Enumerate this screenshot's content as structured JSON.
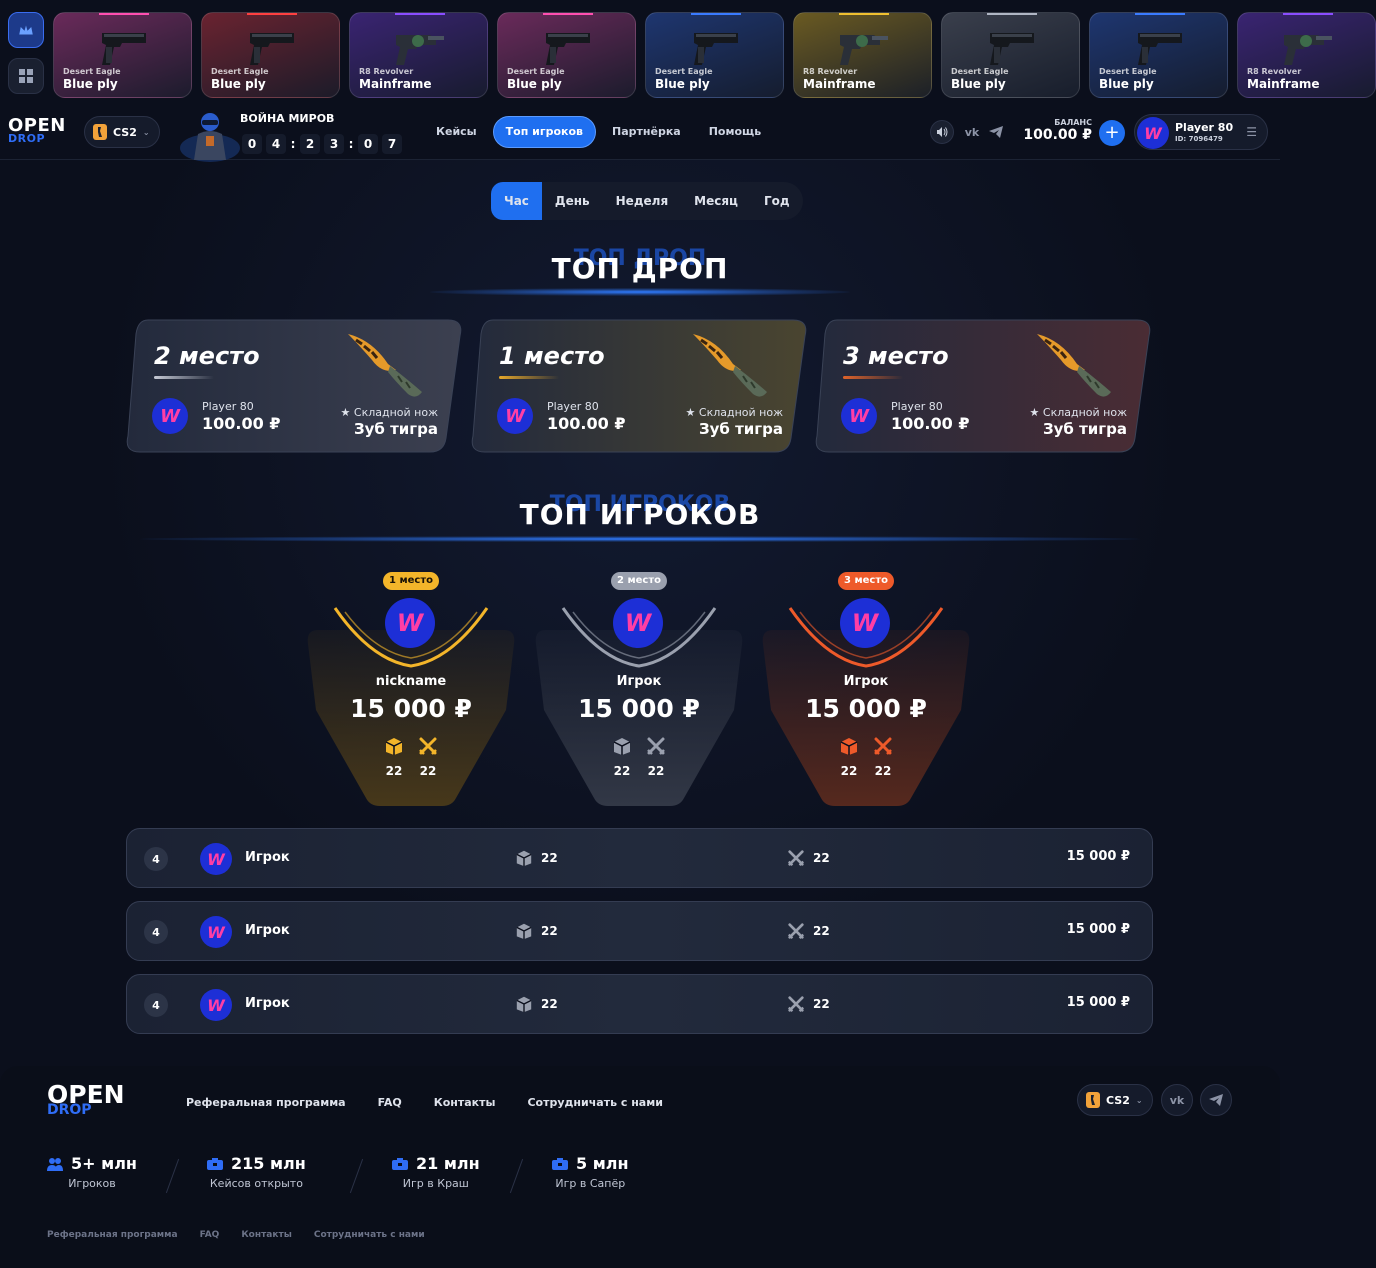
{
  "feed": [
    {
      "weapon": "Desert Eagle",
      "skin": "Blue ply",
      "bg": "#6a2a5a",
      "line": "#ff4fb0"
    },
    {
      "weapon": "Desert Eagle",
      "skin": "Blue ply",
      "bg": "#6a2330",
      "line": "#ff4040"
    },
    {
      "weapon": "R8 Revolver",
      "skin": "Mainframe",
      "bg": "#3a2472",
      "line": "#8a4dff"
    },
    {
      "weapon": "Desert Eagle",
      "skin": "Blue ply",
      "bg": "#6a2a5a",
      "line": "#ff4fb0"
    },
    {
      "weapon": "Desert Eagle",
      "skin": "Blue ply",
      "bg": "#1e3670",
      "line": "#3a7bff"
    },
    {
      "weapon": "R8 Revolver",
      "skin": "Mainframe",
      "bg": "#6a5a22",
      "line": "#f0c030"
    },
    {
      "weapon": "Desert Eagle",
      "skin": "Blue ply",
      "bg": "#3a3f4c",
      "line": "#b0b6c4"
    },
    {
      "weapon": "Desert Eagle",
      "skin": "Blue ply",
      "bg": "#1e3670",
      "line": "#3a7bff"
    },
    {
      "weapon": "R8 Revolver",
      "skin": "Mainframe",
      "bg": "#3a2472",
      "line": "#8a4dff"
    }
  ],
  "header": {
    "logo_top": "OPEN",
    "logo_bottom": "DROP",
    "game": "CS2",
    "event_title": "ВОЙНА МИРОВ",
    "timer": [
      "0",
      "4",
      "2",
      "3",
      "0",
      "7"
    ],
    "nav": [
      "Кейсы",
      "Топ игроков",
      "Партнёрка",
      "Помощь"
    ],
    "balance_label": "БАЛАНС",
    "balance_value": "100.00 ₽",
    "user_name": "Player 80",
    "user_id": "ID: 7096479"
  },
  "periods": [
    "Час",
    "День",
    "Неделя",
    "Месяц",
    "Год"
  ],
  "top_drop": {
    "title": "ТОП ДРОП",
    "ghost": "ТОП ДРОП",
    "cards": [
      {
        "place": "2 место",
        "player": "Player 80",
        "amount": "100.00 ₽",
        "item_type": "★ Складной нож",
        "item_name": "Зуб тигра",
        "accent": "#c7cbd6"
      },
      {
        "place": "1 место",
        "player": "Player 80",
        "amount": "100.00 ₽",
        "item_type": "★ Складной нож",
        "item_name": "Зуб тигра",
        "accent": "#e6a82a"
      },
      {
        "place": "3 место",
        "player": "Player 80",
        "amount": "100.00 ₽",
        "item_type": "★ Складной нож",
        "item_name": "Зуб тигра",
        "accent": "#e0632a"
      }
    ]
  },
  "top_players": {
    "title": "ТОП ИГРОКОВ",
    "ghost": "ТОП ИГРОКОВ",
    "podium": [
      {
        "badge": "1 место",
        "nick": "nickname",
        "sum": "15 000 ₽",
        "cases": "22",
        "battles": "22",
        "color": "#f3b52a"
      },
      {
        "badge": "2 место",
        "nick": "Игрок",
        "sum": "15 000 ₽",
        "cases": "22",
        "battles": "22",
        "color": "#9aa0ae"
      },
      {
        "badge": "3 место",
        "nick": "Игрок",
        "sum": "15 000 ₽",
        "cases": "22",
        "battles": "22",
        "color": "#ee5a2a"
      }
    ],
    "rows": [
      {
        "num": "4",
        "name": "Игрок",
        "cases": "22",
        "battles": "22",
        "sum": "15 000 ₽"
      },
      {
        "num": "4",
        "name": "Игрок",
        "cases": "22",
        "battles": "22",
        "sum": "15 000 ₽"
      },
      {
        "num": "4",
        "name": "Игрок",
        "cases": "22",
        "battles": "22",
        "sum": "15 000 ₽"
      }
    ]
  },
  "footer": {
    "logo_top": "OPEN",
    "logo_bottom": "DROP",
    "links": [
      "Реферальная программа",
      "FAQ",
      "Контакты",
      "Сотрудничать с нами"
    ],
    "game": "CS2",
    "stats": [
      {
        "value": "5+ млн",
        "label": "Игроков"
      },
      {
        "value": "215 млн",
        "label": "Кейсов открыто"
      },
      {
        "value": "21 млн",
        "label": "Игр в Краш"
      },
      {
        "value": "5 млн",
        "label": "Игр в Сапёр"
      }
    ],
    "bottom_links": [
      "Реферальная программа",
      "FAQ",
      "Контакты",
      "Сотрудничать с нами"
    ]
  }
}
